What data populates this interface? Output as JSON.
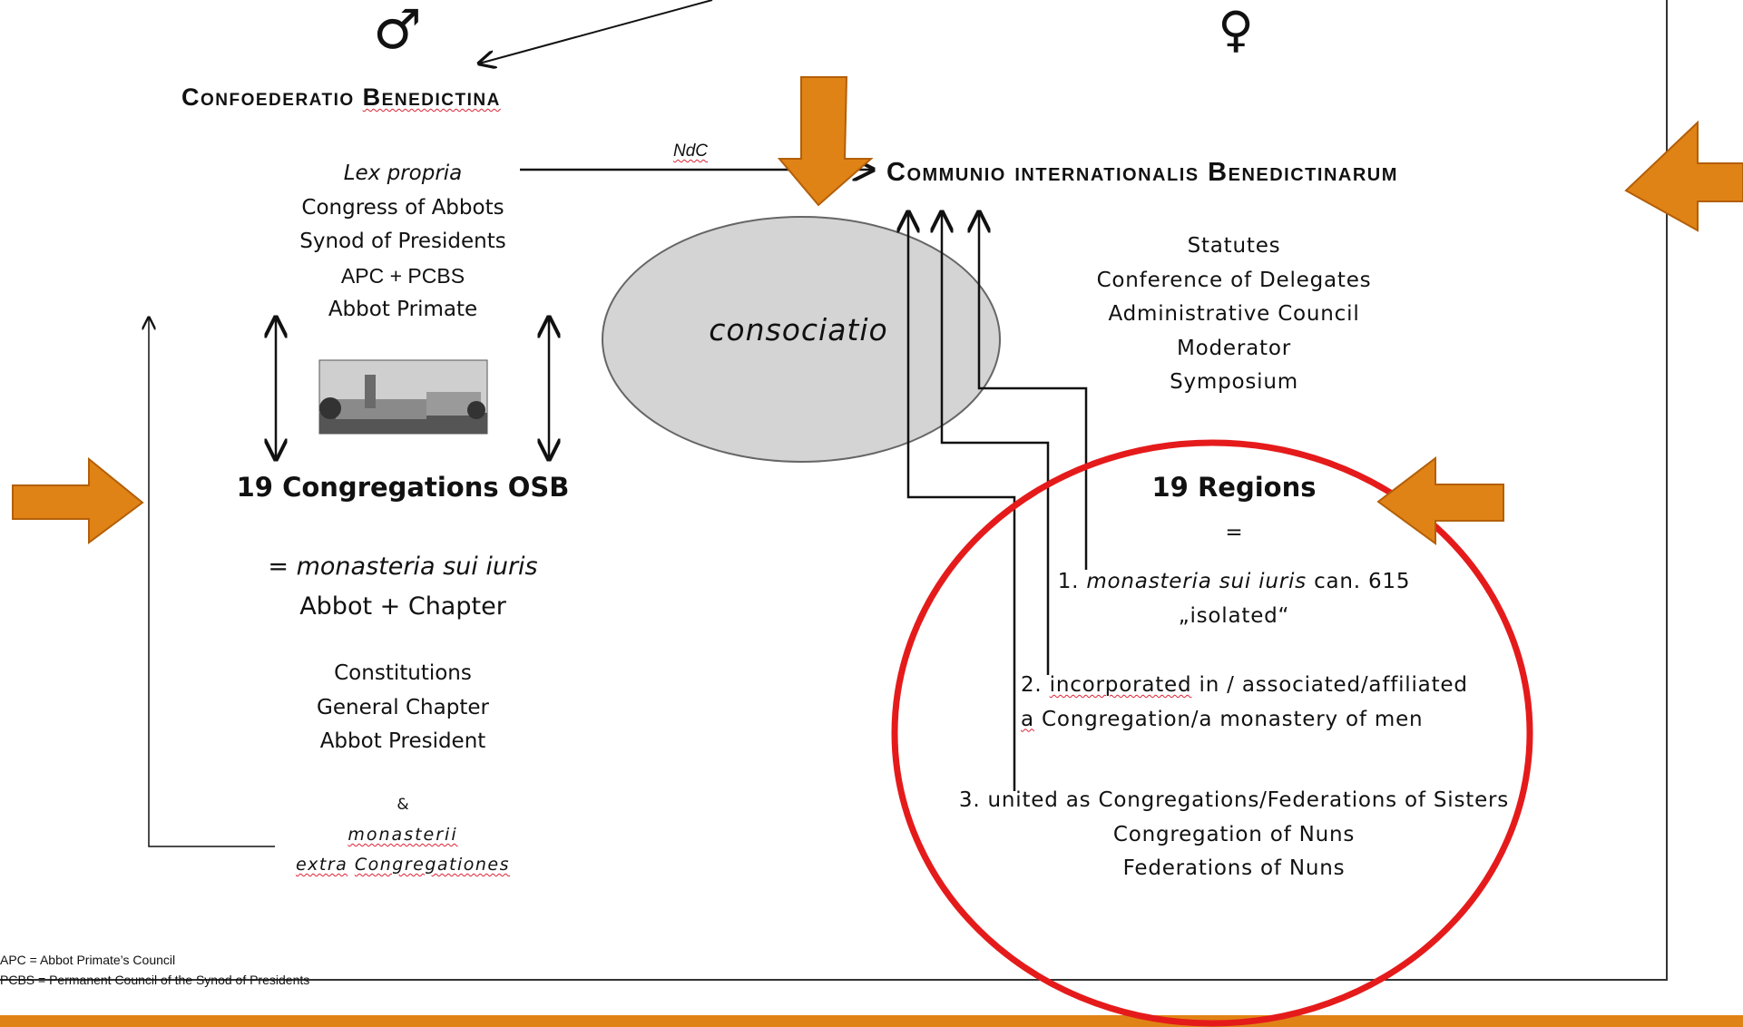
{
  "symbols": {
    "male": "♂",
    "female": "♀"
  },
  "left": {
    "title_part1": "Confoederatio",
    "title_part2": "Benedictina",
    "governance": [
      "Lex propria",
      "Congress of Abbots",
      "Synod of Presidents",
      "APC + PCBS",
      "Abbot Primate"
    ],
    "congregations_title": "19 Congregations OSB",
    "mon_prefix": "= ",
    "mon_italic": "monasteria sui iuris",
    "abbot_chapter": "Abbot + Chapter",
    "constitutions": [
      "Constitutions",
      "General Chapter",
      "Abbot President"
    ],
    "ampersand": "&",
    "extra_line1": "monasterii",
    "extra_line2_a": "extra",
    "extra_line2_b": "Congregationes"
  },
  "right": {
    "title_part1": "Communio internationalis",
    "title_part2": "Benedictinarum",
    "statutes": [
      "Statutes",
      "Conference of Delegates",
      "Administrative Council",
      "Moderator",
      "Symposium"
    ],
    "regions_title": "19 Regions",
    "equals": "=",
    "item1_prefix": "1. ",
    "item1_italic": "monasteria sui iuris",
    "item1_suffix": " can. 615",
    "item1_line2": "„isolated“",
    "item2_prefix": "2. ",
    "item2_word": "incorporated",
    "item2_rest": " in / associated/affiliated",
    "item2_line2_a": "a",
    "item2_line2_rest": " Congregation/a monastery of men",
    "item3_lines": [
      "3. united as Congregations/Federations of Sisters",
      "Congregation of Nuns",
      "Federations of Nuns"
    ]
  },
  "center": {
    "ndc_label": "NdC",
    "ellipse_label": "consociatio"
  },
  "footnotes": [
    "APC = Abbot Primate’s Council",
    "PCBS = Permanent Council of the Synod of Presidents"
  ],
  "colors": {
    "accent_orange": "#e08316",
    "circle_red": "#e51b1b",
    "ellipse_fill": "#d4d4d4"
  }
}
